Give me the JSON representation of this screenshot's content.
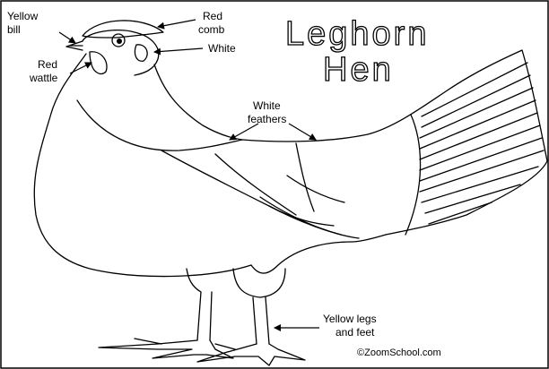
{
  "title": {
    "line1": "Leghorn",
    "line2": "Hen"
  },
  "labels": {
    "yellow_bill_1": "Yellow",
    "yellow_bill_2": "bill",
    "red_comb_1": "Red",
    "red_comb_2": "comb",
    "white": "White",
    "red_wattle_1": "Red",
    "red_wattle_2": "wattle",
    "white_feathers_1": "White",
    "white_feathers_2": "feathers",
    "yellow_legs_1": "Yellow legs",
    "yellow_legs_2": "and feet"
  },
  "copyright": "©ZoomSchool.com"
}
